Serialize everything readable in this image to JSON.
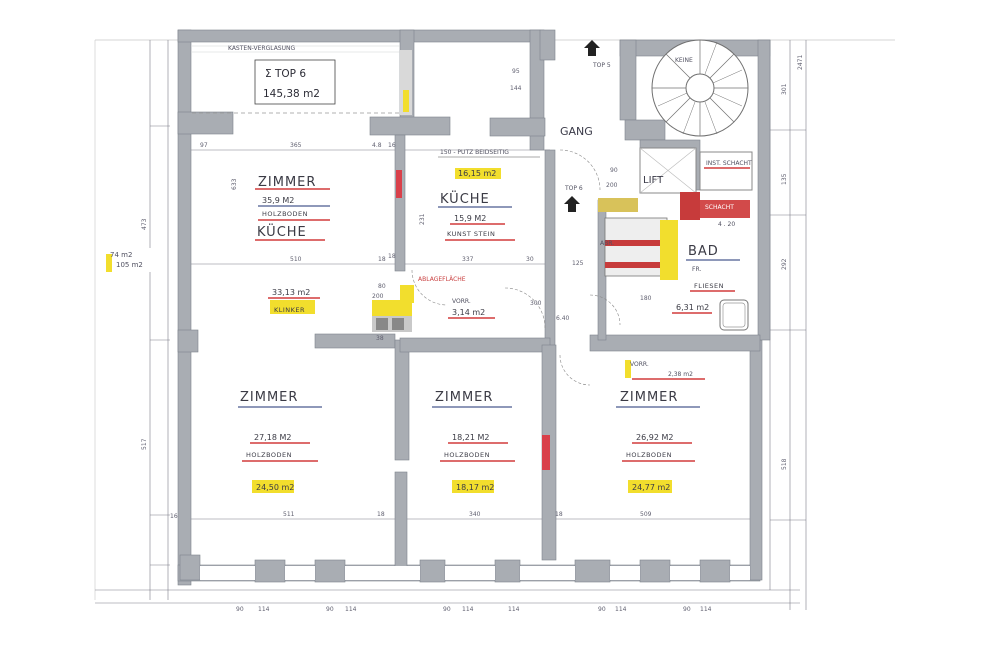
{
  "header": {
    "unit_name": "Σ TOP 6",
    "unit_area": "145,38 m2",
    "glazing_label": "KASTEN-VERGLASUNG"
  },
  "rooms": [
    {
      "id": "zimmer-kueche",
      "name": "ZIMMER",
      "area": "35,9 M2",
      "floor": "HOLZBODEN",
      "name2": "KÜCHE",
      "area_yellow": "33,13 m2",
      "floor2": "KLINKER"
    },
    {
      "id": "kueche",
      "name": "KÜCHE",
      "area_top": "16,15 m2",
      "area": "15,9 M2",
      "floor": "KUNST STEIN"
    },
    {
      "id": "vorr",
      "name": "VORR.",
      "area": "3,14 m2"
    },
    {
      "id": "zimmer-left",
      "name": "ZIMMER",
      "area": "27,18 M2",
      "floor": "HOLZBODEN",
      "area_yellow": "24,50 m2"
    },
    {
      "id": "zimmer-mid",
      "name": "ZIMMER",
      "area": "18,21 M2",
      "floor": "HOLZBODEN",
      "area_yellow": "18,17 m2"
    },
    {
      "id": "zimmer-right",
      "name": "ZIMMER",
      "area": "26,92 M2",
      "floor": "HOLZBODEN",
      "area_yellow": "24,77 m2"
    },
    {
      "id": "bad",
      "name": "BAD",
      "area": "6,31 m2",
      "floor": "FLIESEN"
    },
    {
      "id": "vorr2",
      "name": "VORR.",
      "area": "2,38 m2"
    }
  ],
  "labels": {
    "gang": "GANG",
    "lift": "LIFT",
    "top": "TOP 6",
    "top_upper": "TOP 5",
    "inst_schacht": "INST. SCHACHT",
    "putz": "150 - PUTZ BEIDSEITIG",
    "stairs": "KEINE",
    "left_area_a": "74 m2",
    "left_area_b": "105 m2",
    "schacht": "SCHACHT",
    "schacht_dims": "4 . 20",
    "abr": "ABR.",
    "ablage": "ABLAGEFLÄCHE",
    "fr": "FR."
  },
  "dimensions": {
    "top_row": [
      "97",
      "365",
      "4.8",
      "16",
      "95",
      "144",
      "90",
      "200"
    ],
    "mid_row": [
      "510",
      "18",
      "337",
      "30"
    ],
    "bottom_row": [
      "511",
      "18",
      "340",
      "18",
      "509"
    ],
    "bottom_ticks": [
      "90",
      "114",
      "90",
      "114",
      "90",
      "114",
      "114",
      "90",
      "114",
      "90",
      "114"
    ],
    "left_side": [
      "473",
      "517",
      "16"
    ],
    "right_side": [
      "292",
      "518",
      "301",
      "135",
      "2471"
    ],
    "misc": [
      "633",
      "231",
      "80",
      "200",
      "38",
      "300",
      "125",
      "6.40",
      "180",
      "18"
    ]
  }
}
